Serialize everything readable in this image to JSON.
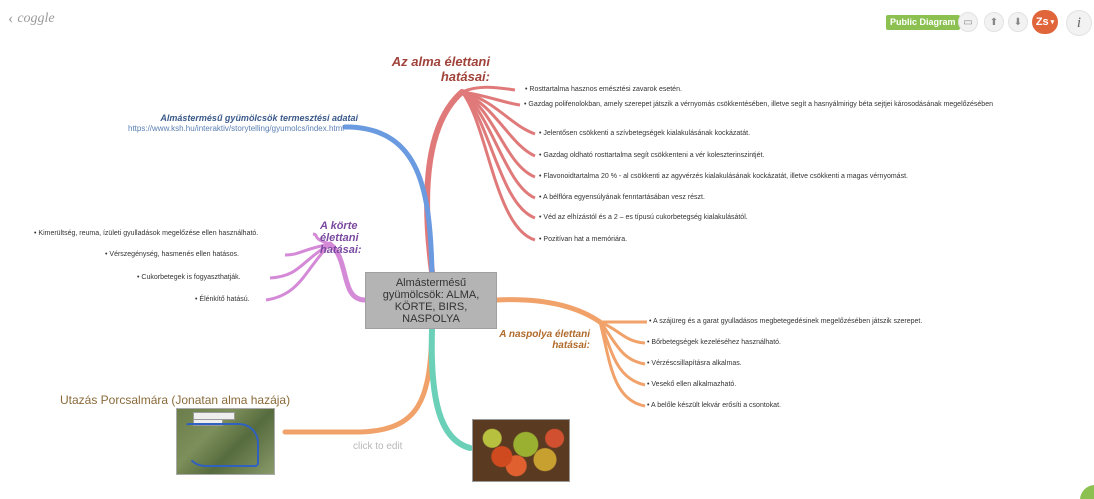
{
  "header": {
    "back_label": "coggle",
    "public_badge": "Public Diagram",
    "avatar_initials": "Zs",
    "info_symbol": "i",
    "badge_color": "#8cc152",
    "avatar_color": "#e0653a"
  },
  "central": {
    "text": "Almástermésű gyümölcsök: ALMA, KÖRTE, BIRS, NASPOLYA"
  },
  "alma": {
    "heading": "Az alma élettani hatásai:",
    "color": "#e07a7a",
    "items": [
      "• Rosttartalma hasznos emésztési zavarok esetén.",
      "• Gazdag polifenolokban, amely szerepet játszik a vérnyomás csökkentésében, illetve segít a hasnyálmirigy béta sejtjei károsodásának megelőzésében",
      "• Jelentősen csökkenti a szívbetegségek kialakulásának kockázatát.",
      "• Gazdag oldható rosttartalma segít csökkenteni a vér koleszterinszintjét.",
      "• Flavonoidtartalma 20 % - al csökkenti az agyvérzés kialakulásának kockázatát, illetve csökkenti a magas vérnyomást.",
      "• A bélflóra egyensúlyának fenntartásában vesz részt.",
      "• Véd az elhízástól és a 2 – es típusú cukorbetegség kialakulásától.",
      "• Pozitívan hat a memóriára."
    ]
  },
  "termesztes": {
    "heading": "Almástermésű gyümölcsök termesztési adatai",
    "url": "https://www.ksh.hu/interaktiv/storytelling/gyumolcs/index.html",
    "color": "#6a9ae0"
  },
  "korte": {
    "heading": "A körte élettani hatásai:",
    "color": "#d58ad8",
    "items": [
      "• Kimerültség, reuma, ízületi gyulladások megelőzése ellen használható.",
      "• Vérszegénység, hasmenés ellen hatásos.",
      "• Cukorbetegek is fogyaszthatják.",
      "• Élénkítő hatású."
    ]
  },
  "naspolya": {
    "heading": "A naspolya élettani hatásai:",
    "color": "#f0a26a",
    "items": [
      "• A szájüreg és a garat gyulladásos megbetegedésinek megelőzésében játszik szerepet.",
      "• Bőrbetegségek kezeléséhez használható.",
      "• Vérzéscsillapításra alkalmas.",
      "• Vesekő ellen alkalmazható.",
      "• A belőle készült lekvár erősíti a csontokat."
    ]
  },
  "utazas": {
    "label": "Utazás Porcsalmára (Jonatan alma hazája)",
    "color": "#f0a26a"
  },
  "click_to_edit": "click to edit",
  "photo_branch_color": "#6ad0b8"
}
